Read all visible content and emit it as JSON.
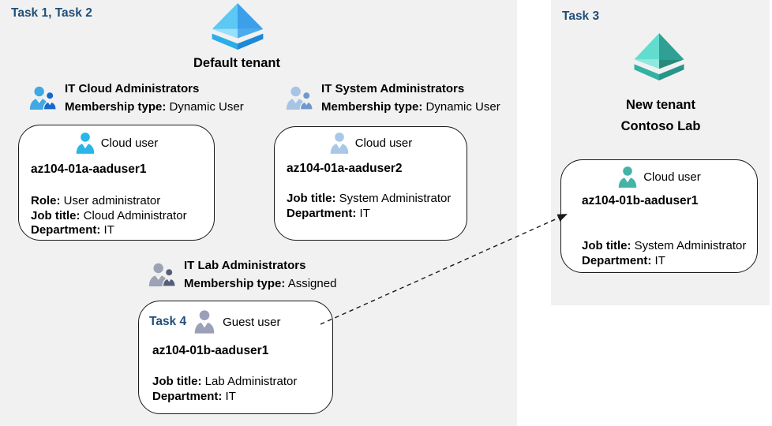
{
  "colors": {
    "panel_bg": "#f1f1f1",
    "task_label": "#1F4E79",
    "box_border": "#1a1a1a",
    "aad_blue_tl": "#5BC9F4",
    "aad_blue_tr": "#3C9FE9",
    "aad_blue_bl": "#9ADFF9",
    "aad_blue_br": "#49ACEC",
    "aad_blue_basel": "#2AADE9",
    "aad_blue_baser": "#1E88D8",
    "aad_teal_tl": "#63DCD0",
    "aad_teal_tr": "#2FA093",
    "aad_teal_bl": "#8FE8DE",
    "aad_teal_br": "#28897D",
    "aad_teal_basel": "#33B1A3",
    "aad_teal_baser": "#27958A",
    "grp_cloud_primary": "#3FA9E3",
    "grp_cloud_secondary": "#1668CE",
    "grp_system_primary": "#A7C4E4",
    "grp_system_secondary": "#6F99CC",
    "grp_lab_primary": "#9DA2B4",
    "grp_lab_secondary": "#565D7B",
    "user_cloud1": "#29B5E8",
    "user_cloud2": "#A9C7E7",
    "user_guest": "#9AA0B8",
    "user_teal": "#45B3A8"
  },
  "left": {
    "task_label": "Task 1, Task 2",
    "tenant_title": "Default tenant",
    "group_cloud": {
      "name": "IT Cloud Administrators",
      "membership_label": "Membership type:",
      "membership_value": " Dynamic User"
    },
    "group_system": {
      "name": "IT System Administrators",
      "membership_label": "Membership type:",
      "membership_value": " Dynamic User"
    },
    "group_lab": {
      "name": "IT Lab Administrators",
      "membership_label": "Membership type:",
      "membership_value": " Assigned"
    },
    "user1": {
      "type": "Cloud user",
      "name": "az104-01a-aaduser1",
      "role_label": "Role:",
      "role_value": " User administrator",
      "job_label": "Job title:",
      "job_value": " Cloud Administrator",
      "dept_label": "Department:",
      "dept_value": " IT"
    },
    "user2": {
      "type": "Cloud user",
      "name": "az104-01a-aaduser2",
      "job_label": "Job title:",
      "job_value": " System Administrator",
      "dept_label": "Department:",
      "dept_value": " IT"
    },
    "user3": {
      "task_label": "Task 4",
      "type": "Guest user",
      "name": "az104-01b-aaduser1",
      "job_label": "Job title:",
      "job_value": " Lab Administrator",
      "dept_label": "Department:",
      "dept_value": " IT"
    }
  },
  "right": {
    "task_label": "Task 3",
    "tenant_title_line1": "New tenant",
    "tenant_title_line2": "Contoso Lab",
    "user": {
      "type": "Cloud user",
      "name": "az104-01b-aaduser1",
      "job_label": "Job title:",
      "job_value": " System Administrator",
      "dept_label": "Department:",
      "dept_value": " IT"
    }
  }
}
